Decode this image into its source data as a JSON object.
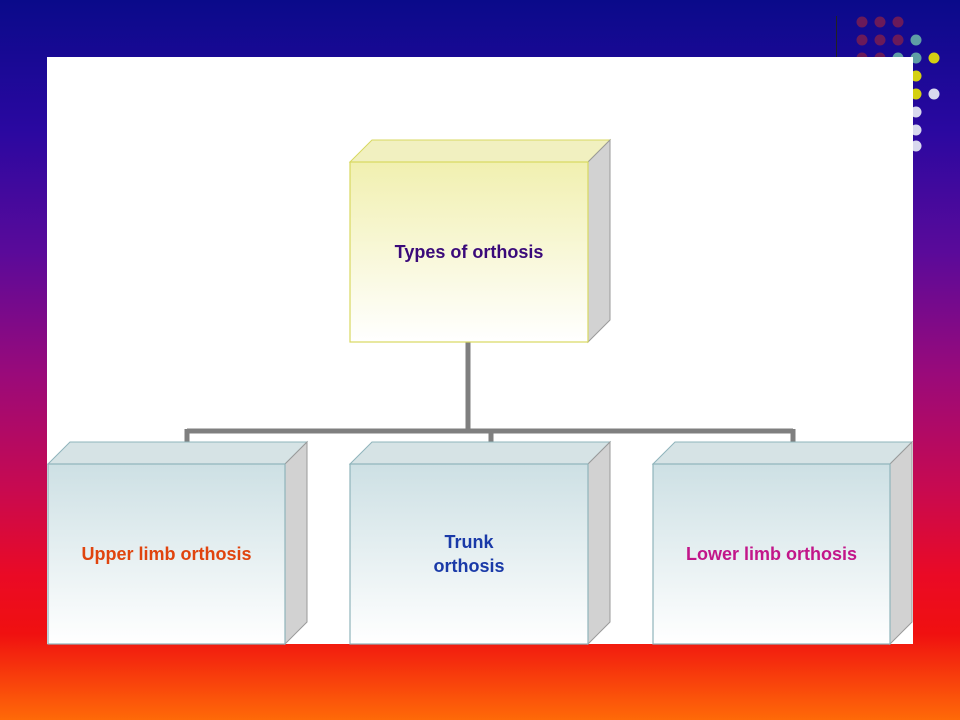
{
  "diagram": {
    "root": {
      "label": "Types of orthosis",
      "color": "#3a0a7a"
    },
    "children": [
      {
        "label": "Upper limb orthosis",
        "color": "#e0440e"
      },
      {
        "label": "Trunk\northosis",
        "color": "#1a3aa8"
      },
      {
        "label": "Lower limb orthosis",
        "color": "#c2168a"
      }
    ]
  },
  "colors": {
    "root_fill_top": "#f1f0b0",
    "root_border": "#d8d860",
    "child_fill_top": "#cde0e4",
    "child_border": "#8fb4bb",
    "connector": "#7f7f7f",
    "dot_purple": "#6a1a5a",
    "dot_teal": "#5f9ea5",
    "dot_yellow": "#d4d012",
    "dot_lavender": "#d8d8ee"
  }
}
